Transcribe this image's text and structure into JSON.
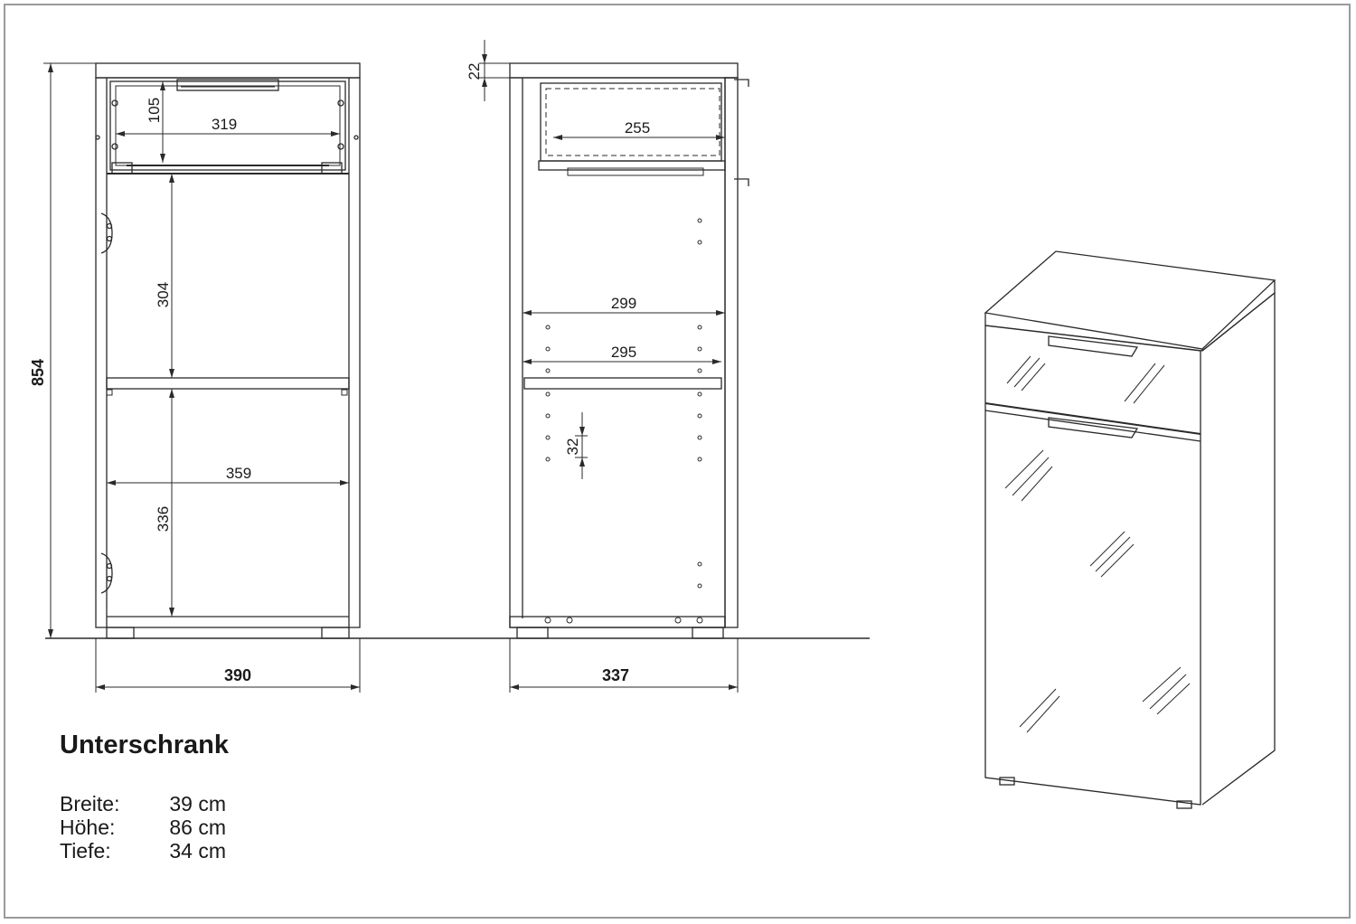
{
  "title": "Unterschrank",
  "specs": [
    {
      "label": "Breite:",
      "value": "39 cm"
    },
    {
      "label": "Höhe:",
      "value": "86 cm"
    },
    {
      "label": "Tiefe:",
      "value": "34 cm"
    }
  ],
  "dimensions": {
    "total_height": "854",
    "front_width": "390",
    "side_depth": "337",
    "top_thickness": "22",
    "drawer_height": "105",
    "drawer_inner_width": "319",
    "upper_compartment_height": "304",
    "inner_width": "359",
    "lower_compartment_height": "336",
    "drawer_depth": "255",
    "shelf_depth_outer": "299",
    "shelf_depth_inner": "295",
    "hole_spacing": "32"
  }
}
